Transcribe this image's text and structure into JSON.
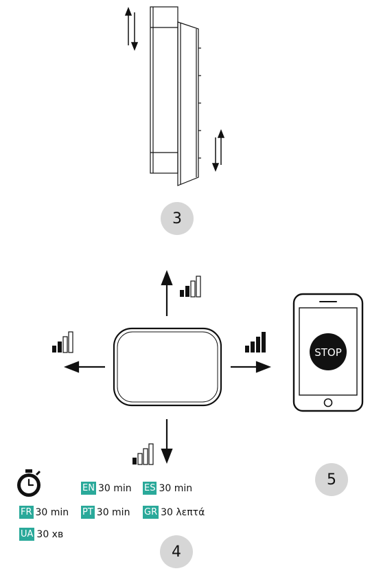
{
  "steps": {
    "step3": "3",
    "step4": "4",
    "step5": "5"
  },
  "phone": {
    "stop_label": "STOP"
  },
  "timers": [
    {
      "code": "EN",
      "text": "30 min"
    },
    {
      "code": "ES",
      "text": "30 min"
    },
    {
      "code": "FR",
      "text": "30 min"
    },
    {
      "code": "PT",
      "text": "30 min"
    },
    {
      "code": "GR",
      "text": "30 λεπτά"
    },
    {
      "code": "UA",
      "text": "30 хв"
    }
  ],
  "colors": {
    "badge": "#2aa99a",
    "step_circle": "#d6d6d6",
    "ink": "#111111"
  },
  "icons": [
    "up-down-arrow-icon",
    "signal-strength-icon",
    "arrow-icon",
    "stopwatch-icon",
    "smartphone-icon"
  ]
}
